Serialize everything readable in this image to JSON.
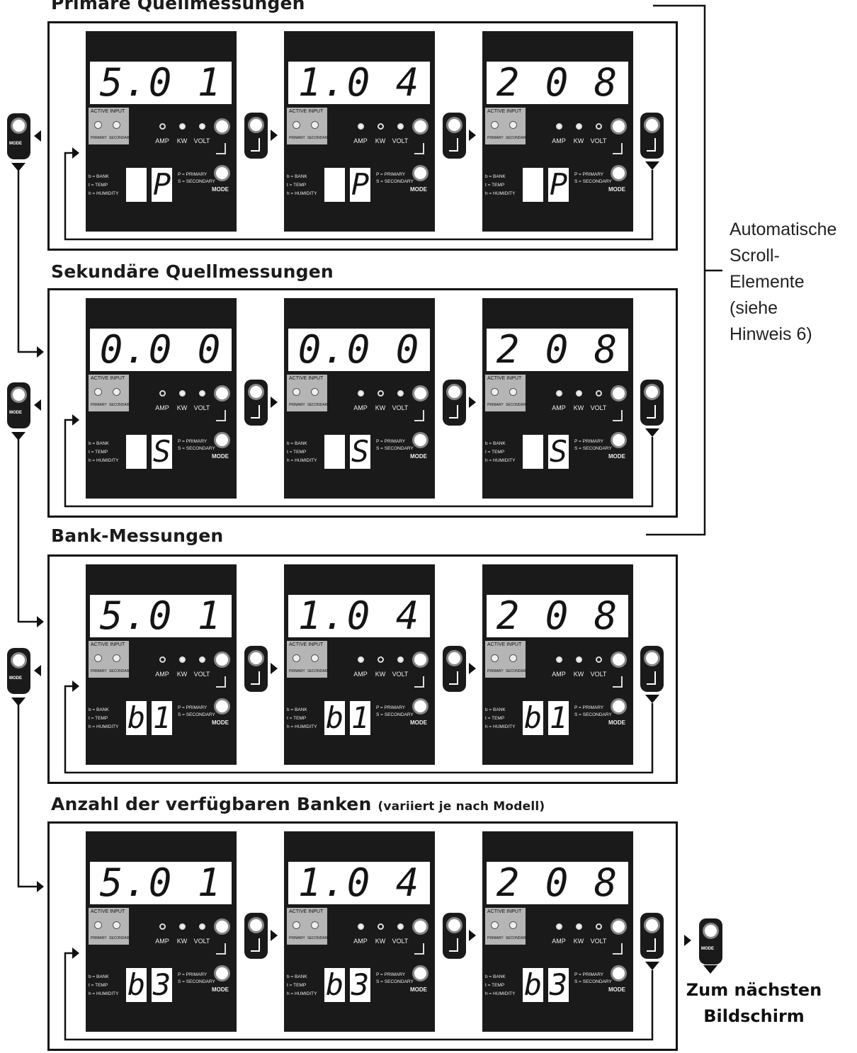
{
  "sections": [
    {
      "heading": "Primäre Quellmessungen",
      "sub": "",
      "panels": [
        {
          "display": "5.0 1",
          "small_left": "",
          "small_right": "P",
          "leds": [
            0,
            1,
            1
          ]
        },
        {
          "display": "1.0 4",
          "small_left": "",
          "small_right": "P",
          "leds": [
            1,
            0,
            1
          ]
        },
        {
          "display": "2 0 8",
          "small_left": "",
          "small_right": "P",
          "leds": [
            1,
            1,
            0
          ]
        }
      ]
    },
    {
      "heading": "Sekundäre Quellmessungen",
      "sub": "",
      "panels": [
        {
          "display": "0.0 0",
          "small_left": "",
          "small_right": "S",
          "leds": [
            0,
            1,
            1
          ]
        },
        {
          "display": "0.0 0",
          "small_left": "",
          "small_right": "S",
          "leds": [
            1,
            0,
            1
          ]
        },
        {
          "display": "2 0 8",
          "small_left": "",
          "small_right": "S",
          "leds": [
            1,
            1,
            0
          ]
        }
      ]
    },
    {
      "heading": "Bank-Messungen",
      "sub": "",
      "panels": [
        {
          "display": "5.0 1",
          "small_left": "b",
          "small_right": "1",
          "leds": [
            0,
            1,
            1
          ]
        },
        {
          "display": "1.0 4",
          "small_left": "b",
          "small_right": "1",
          "leds": [
            1,
            0,
            1
          ]
        },
        {
          "display": "2 0 8",
          "small_left": "b",
          "small_right": "1",
          "leds": [
            1,
            1,
            0
          ]
        }
      ]
    },
    {
      "heading": "Anzahl der verfügbaren Banken",
      "sub": "(variiert je nach Modell)",
      "panels": [
        {
          "display": "5.0 1",
          "small_left": "b",
          "small_right": "3",
          "leds": [
            0,
            1,
            1
          ]
        },
        {
          "display": "1.0 4",
          "small_left": "b",
          "small_right": "3",
          "leds": [
            1,
            0,
            1
          ]
        },
        {
          "display": "2 0 8",
          "small_left": "b",
          "small_right": "3",
          "leds": [
            1,
            1,
            0
          ]
        }
      ]
    }
  ],
  "panel_labels": {
    "active_input": "ACTIVE INPUT",
    "primary": "PRIMARY",
    "secondary": "SECONDARY",
    "amp": "AMP",
    "kw": "KW",
    "volt": "VOLT",
    "mode": "MODE",
    "legend_bank": "b = BANK",
    "legend_temp": "t = TEMP",
    "legend_humidity": "h = HUMIDITY",
    "legend_primary": "P = PRIMARY",
    "legend_secondary": "S = SECONDARY"
  },
  "auto_scroll_label": "Automatische\nScroll-\nElemente\n(siehe\nHinweis 6)",
  "next_screen_label": "Zum nächsten\nBildschirm"
}
